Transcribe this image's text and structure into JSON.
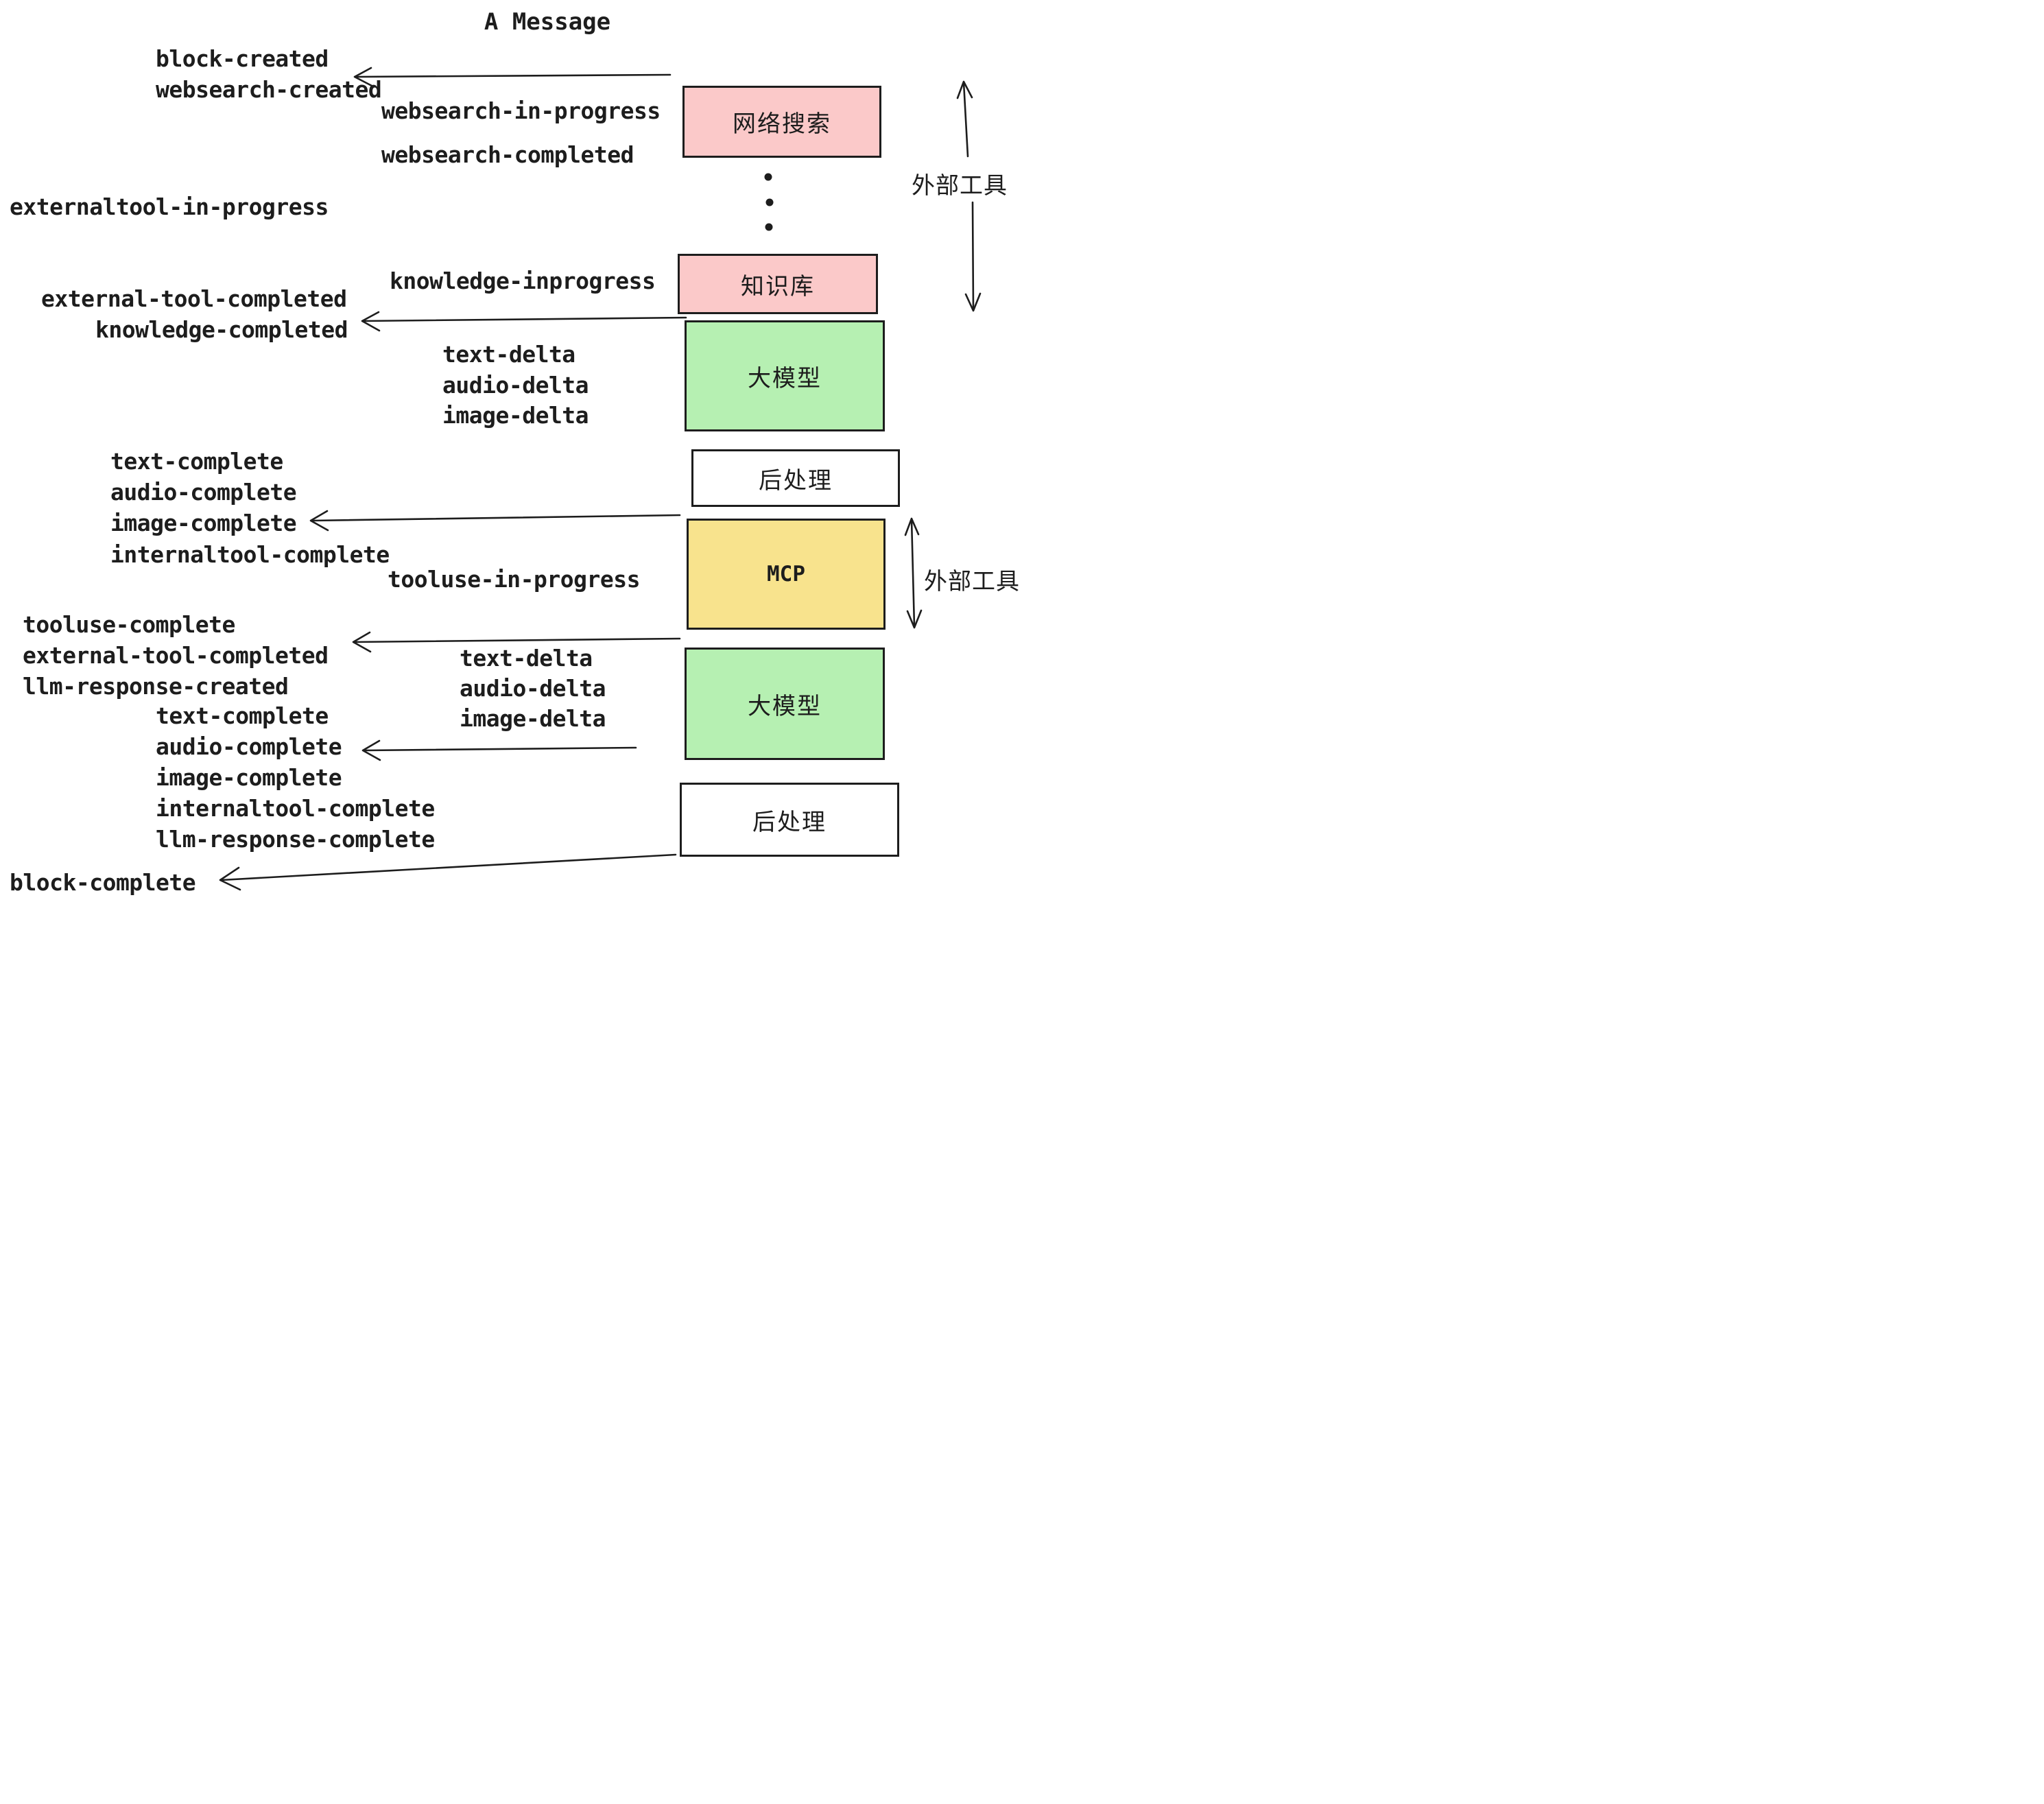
{
  "title": "A Message",
  "events": {
    "block_created": "block-created",
    "websearch_created": "websearch-created",
    "websearch_in_progress": "websearch-in-progress",
    "websearch_completed": "websearch-completed",
    "externaltool_in_progress": "externaltool-in-progress",
    "knowledge_inprogress": "knowledge-inprogress",
    "external_tool_completed_1": "external-tool-completed",
    "knowledge_completed": "knowledge-completed",
    "text_delta_1": "text-delta",
    "audio_delta_1": "audio-delta",
    "image_delta_1": "image-delta",
    "text_complete_1": "text-complete",
    "audio_complete_1": "audio-complete",
    "image_complete_1": "image-complete",
    "internaltool_complete_1": "internaltool-complete",
    "tooluse_in_progress": "tooluse-in-progress",
    "tooluse_complete": "tooluse-complete",
    "external_tool_completed_2": "external-tool-completed",
    "llm_response_created": "llm-response-created",
    "text_delta_2": "text-delta",
    "audio_delta_2": "audio-delta",
    "image_delta_2": "image-delta",
    "text_complete_2": "text-complete",
    "audio_complete_2": "audio-complete",
    "image_complete_2": "image-complete",
    "internaltool_complete_2": "internaltool-complete",
    "llm_response_complete": "llm-response-complete",
    "block_complete": "block-complete"
  },
  "boxes": {
    "websearch": {
      "label": "网络搜索",
      "fill": "#FBC9C9"
    },
    "knowledge": {
      "label": "知识库",
      "fill": "#FBC9C9"
    },
    "llm_1": {
      "label": "大模型",
      "fill": "#B6F0B2"
    },
    "post_1": {
      "label": "后处理",
      "fill": "#FFFFFF"
    },
    "mcp": {
      "label": "MCP",
      "fill": "#F8E38D"
    },
    "llm_2": {
      "label": "大模型",
      "fill": "#B6F0B2"
    },
    "post_2": {
      "label": "后处理",
      "fill": "#FFFFFF"
    }
  },
  "annotations": {
    "external_tools_1": "外部工具",
    "external_tools_2": "外部工具"
  },
  "colors": {
    "background": "#FFFFFF",
    "stroke": "#1D1D1D",
    "pink_fill": "#FBC9C9",
    "green_fill": "#B6F0B2",
    "yellow_fill": "#F8E38D",
    "white_fill": "#FFFFFF"
  }
}
